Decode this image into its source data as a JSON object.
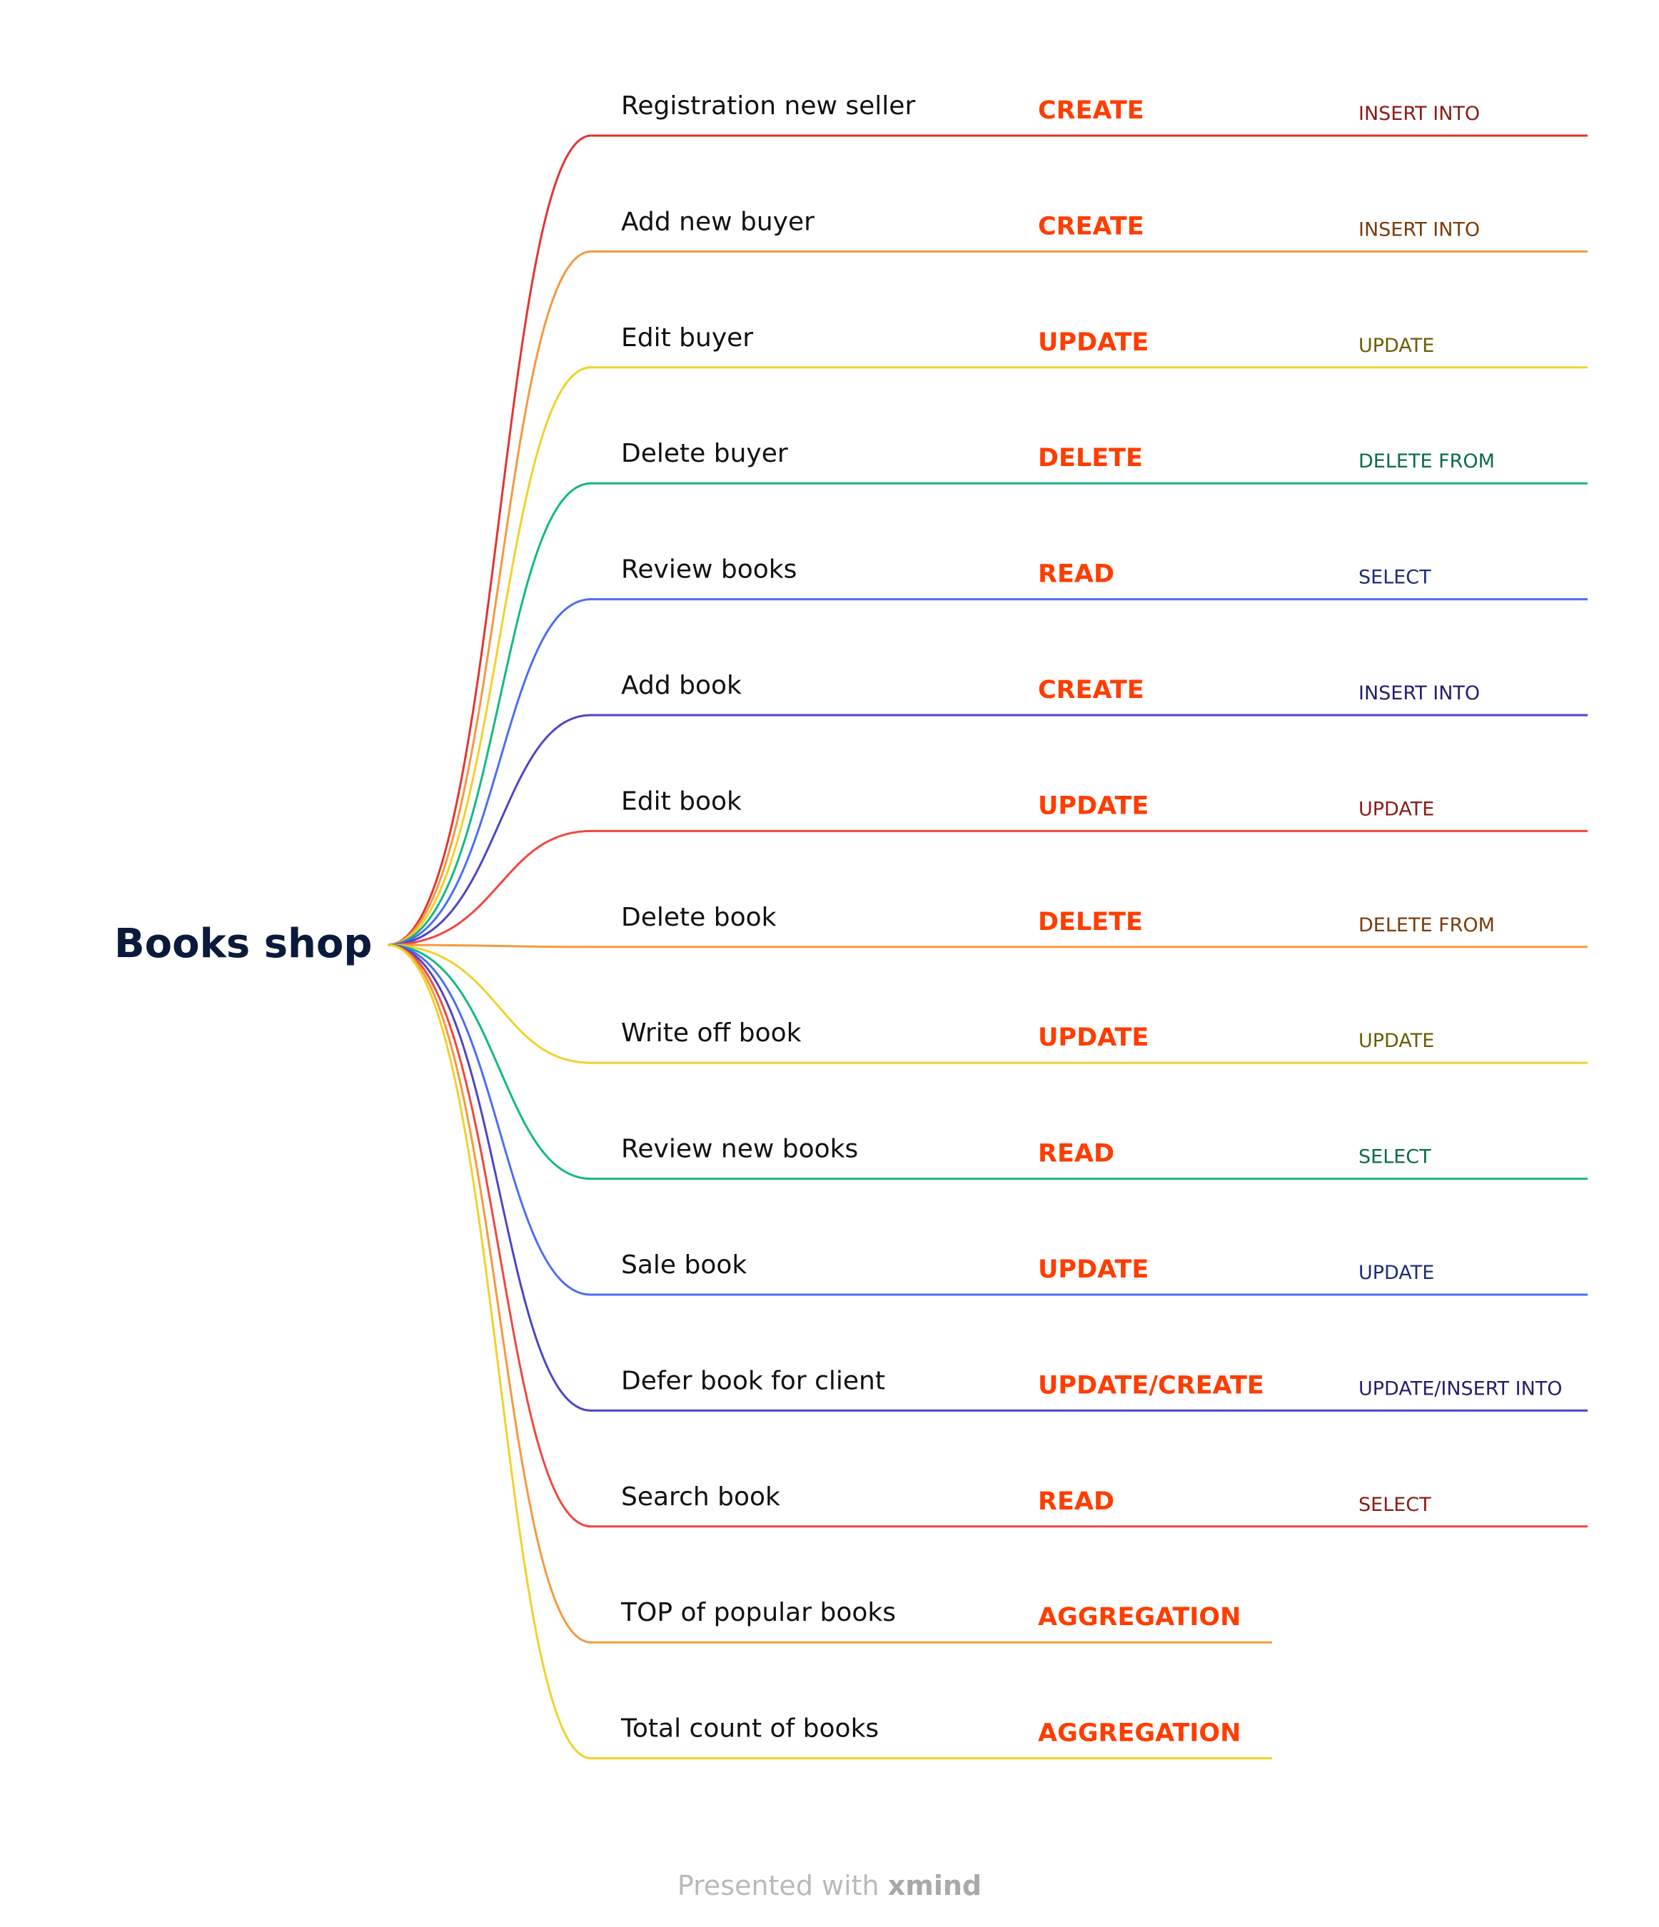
{
  "root": {
    "label": "Books shop"
  },
  "branches": [
    {
      "topic": "Registration new seller",
      "operation": "CREATE",
      "sql": "INSERT INTO",
      "line_color": "#e3342f",
      "sql_color": "#8a1c14"
    },
    {
      "topic": "Add new buyer",
      "operation": "CREATE",
      "sql": "INSERT INTO",
      "line_color": "#f6993f",
      "sql_color": "#7a3c0d"
    },
    {
      "topic": "Edit buyer",
      "operation": "UPDATE",
      "sql": "UPDATE",
      "line_color": "#f1d22b",
      "sql_color": "#6b5d05"
    },
    {
      "topic": "Delete buyer",
      "operation": "DELETE",
      "sql": "DELETE FROM",
      "line_color": "#13b981",
      "sql_color": "#0b6a4f"
    },
    {
      "topic": "Review books",
      "operation": "READ",
      "sql": "SELECT",
      "line_color": "#4b6ef5",
      "sql_color": "#1e2c78"
    },
    {
      "topic": "Add book",
      "operation": "CREATE",
      "sql": "INSERT INTO",
      "line_color": "#4e46c2",
      "sql_color": "#23206b"
    },
    {
      "topic": "Edit book",
      "operation": "UPDATE",
      "sql": "UPDATE",
      "line_color": "#f0483e",
      "sql_color": "#8a1c14"
    },
    {
      "topic": "Delete book",
      "operation": "DELETE",
      "sql": "DELETE FROM",
      "line_color": "#f6993f",
      "sql_color": "#7a3c0d"
    },
    {
      "topic": "Write off book",
      "operation": "UPDATE",
      "sql": "UPDATE",
      "line_color": "#f1d22b",
      "sql_color": "#6b5d05"
    },
    {
      "topic": "Review new books",
      "operation": "READ",
      "sql": "SELECT",
      "line_color": "#13b981",
      "sql_color": "#0b6a4f"
    },
    {
      "topic": "Sale book",
      "operation": "UPDATE",
      "sql": "UPDATE",
      "line_color": "#4b6ef5",
      "sql_color": "#1e2c78"
    },
    {
      "topic": "Defer book for client",
      "operation": "UPDATE/CREATE",
      "sql": "UPDATE/INSERT INTO",
      "line_color": "#4e46c2",
      "sql_color": "#23206b"
    },
    {
      "topic": "Search book",
      "operation": "READ",
      "sql": "SELECT",
      "line_color": "#f0483e",
      "sql_color": "#8a1c14"
    },
    {
      "topic": "TOP of popular books",
      "operation": "AGGREGATION",
      "sql": "",
      "line_color": "#f6993f",
      "sql_color": "#7a3c0d"
    },
    {
      "topic": "Total count of books",
      "operation": "AGGREGATION",
      "sql": "",
      "line_color": "#f1d22b",
      "sql_color": "#6b5d05"
    }
  ],
  "footer": {
    "prefix": "Presented with",
    "brand": "xmind"
  }
}
